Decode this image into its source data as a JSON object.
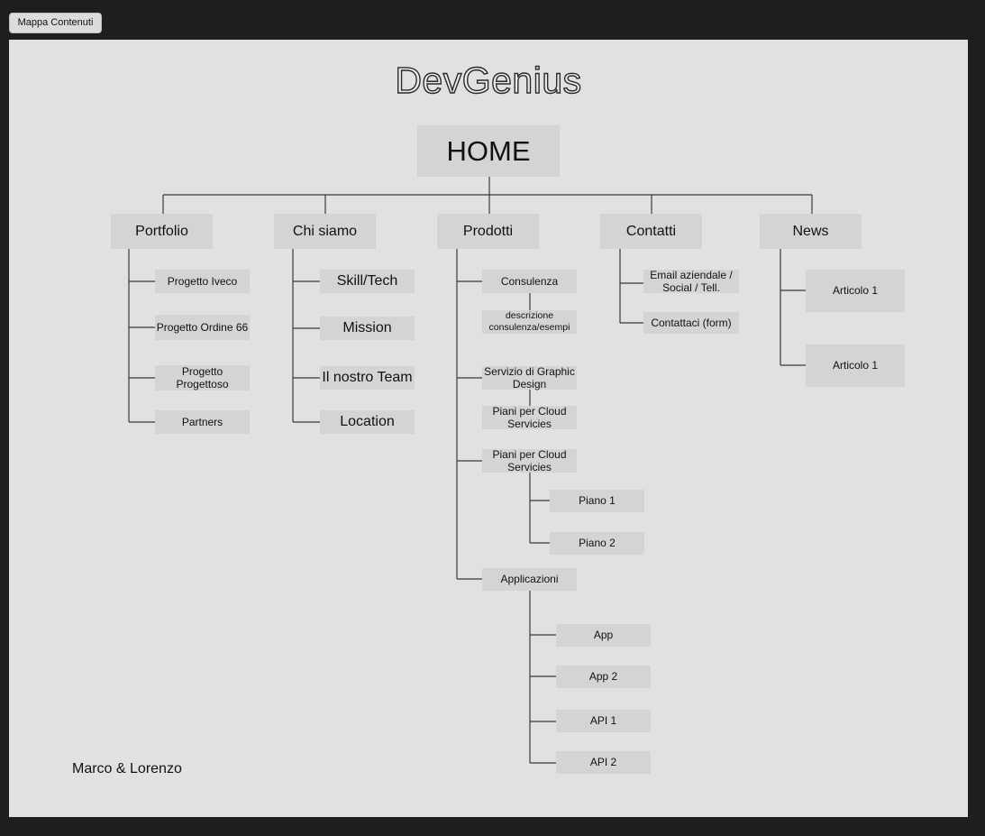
{
  "frame_tab": "Mappa Contenuti",
  "title": "DevGenius",
  "home": "HOME",
  "categories": {
    "portfolio": "Portfolio",
    "chi_siamo": "Chi siamo",
    "prodotti": "Prodotti",
    "contatti": "Contatti",
    "news": "News"
  },
  "portfolio_items": [
    "Progetto Iveco",
    "Progetto Ordine 66",
    "Progetto Progettoso",
    "Partners"
  ],
  "chi_siamo_items": [
    "Skill/Tech",
    "Mission",
    "Il nostro Team",
    "Location"
  ],
  "prodotti": {
    "consulenza": "Consulenza",
    "descrizione": "descrizione consulenza/esempi",
    "graphic_design": "Servizio di Graphic Design",
    "cloud_a": "Piani per Cloud Servicies",
    "cloud_b": "Piani per Cloud Servicies",
    "piano1": "Piano 1",
    "piano2": "Piano 2",
    "applicazioni": "Applicazioni",
    "app": "App",
    "app2": "App 2",
    "api1": "API 1",
    "api2": "API 2"
  },
  "contatti_items": [
    "Email aziendale / Social / Tell.",
    "Contattaci (form)"
  ],
  "news_items": [
    "Articolo 1",
    "Articolo 1"
  ],
  "authors": "Marco & Lorenzo"
}
